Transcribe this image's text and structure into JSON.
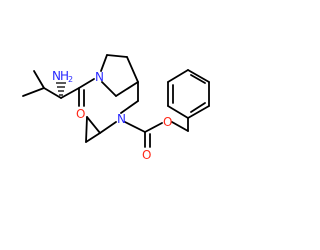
{
  "molecule": {
    "atom_labels": {
      "amine_n": "N",
      "amine_h": "H",
      "amine_h_count": "2",
      "amide_o": "O",
      "ring_n": "N",
      "carbamate_n": "N",
      "carbamate_o_double": "O",
      "carbamate_o_ester": "O"
    },
    "colors": {
      "nitrogen": "#2a2aff",
      "oxygen": "#ff2a1a",
      "carbon_bond": "#000000"
    }
  }
}
